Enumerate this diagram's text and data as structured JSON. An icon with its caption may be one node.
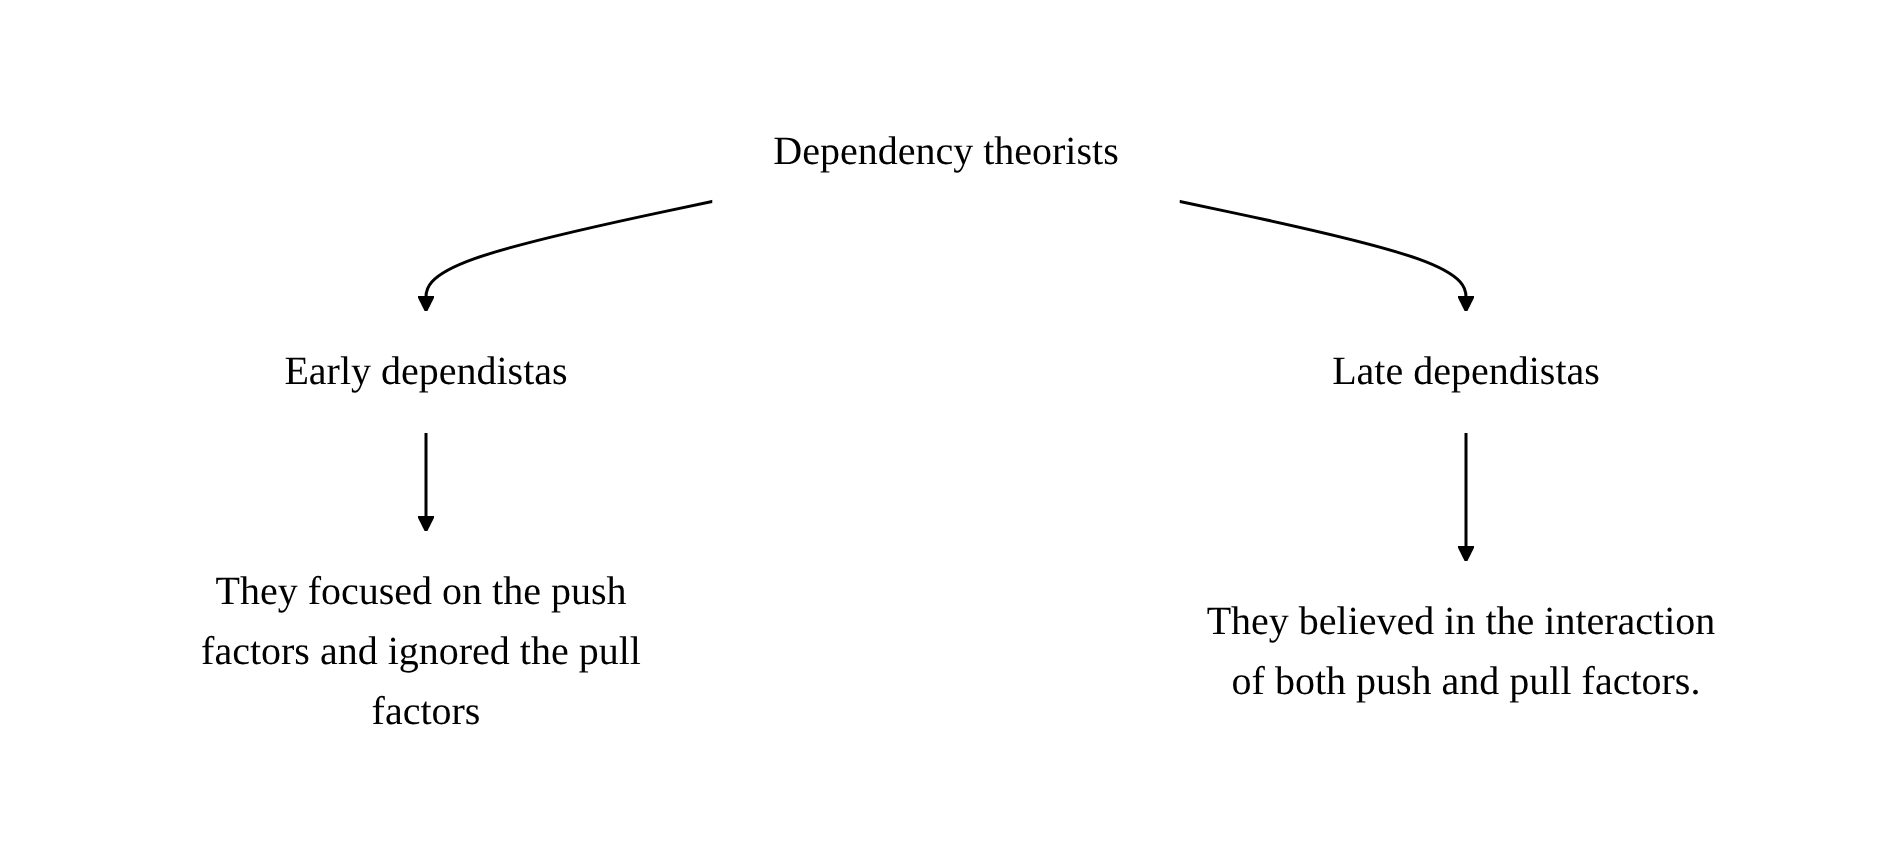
{
  "diagram": {
    "nodes": [
      {
        "text": [
          "Dependency theorists"
        ]
      },
      {
        "text": [
          "Early dependistas"
        ]
      },
      {
        "text": [
          "Late dependistas"
        ]
      },
      {
        "text": [
          "They focused on the push factors and ignored the pull factors"
        ]
      },
      {
        "text": [
          "They believed in the interaction of both push and pull factors."
        ]
      }
    ],
    "edges": [
      {
        "from": 0,
        "to": 1,
        "arrow": "to"
      },
      {
        "from": 0,
        "to": 2,
        "arrow": "to"
      },
      {
        "from": 1,
        "to": 3,
        "arrow": "to"
      },
      {
        "from": 2,
        "to": 4,
        "arrow": "to"
      }
    ]
  }
}
